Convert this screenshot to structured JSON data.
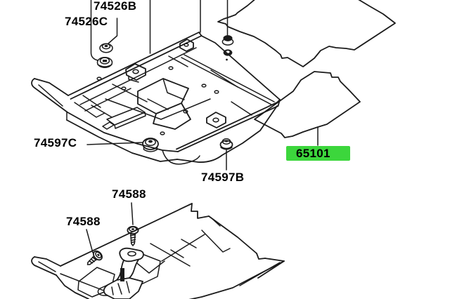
{
  "colors": {
    "background": "#ffffff",
    "line": "#1b1b1b",
    "label_text": "#000000",
    "highlight": "#3cd63c"
  },
  "selected_part": "65101",
  "labels": [
    {
      "part_no": "74526B",
      "highlighted": false
    },
    {
      "part_no": "74526C",
      "highlighted": false
    },
    {
      "part_no": "74597C",
      "highlighted": false
    },
    {
      "part_no": "74597B",
      "highlighted": false
    },
    {
      "part_no": "65101",
      "highlighted": true
    },
    {
      "part_no": "74588",
      "highlighted": false
    },
    {
      "part_no": "74588",
      "highlighted": false
    }
  ]
}
